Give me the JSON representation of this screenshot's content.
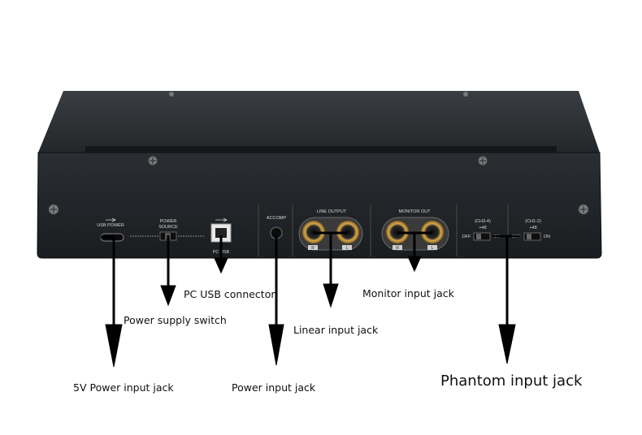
{
  "panel": {
    "usb_power": "USB POWER",
    "power_source": [
      "POWER",
      "SOURCE"
    ],
    "pc_usb": "PC USB",
    "accomp": "ACCOMP",
    "line_output": "LINE OUTPUT",
    "monitor_out": "MONITOR OUT",
    "ch34": "(CH3-4)",
    "ch12": "(CH1-2)",
    "p48": "+48",
    "off": "OFF",
    "on": "ON",
    "r": "R",
    "l": "L"
  },
  "callouts": {
    "pc_usb_connector": "PC USB connector",
    "monitor_input_jack": "Monitor input jack",
    "power_supply_switch": "Power supply switch",
    "linear_input_jack": "Linear input jack",
    "five_v_power": "5V Power input jack",
    "power_input_jack": "Power input jack",
    "phantom_input_jack": "Phantom input jack"
  },
  "colors": {
    "device_body": "#1f2225",
    "device_top": "#2c3034",
    "jack_ring": "#c89a3a",
    "arrow": "#000000"
  }
}
